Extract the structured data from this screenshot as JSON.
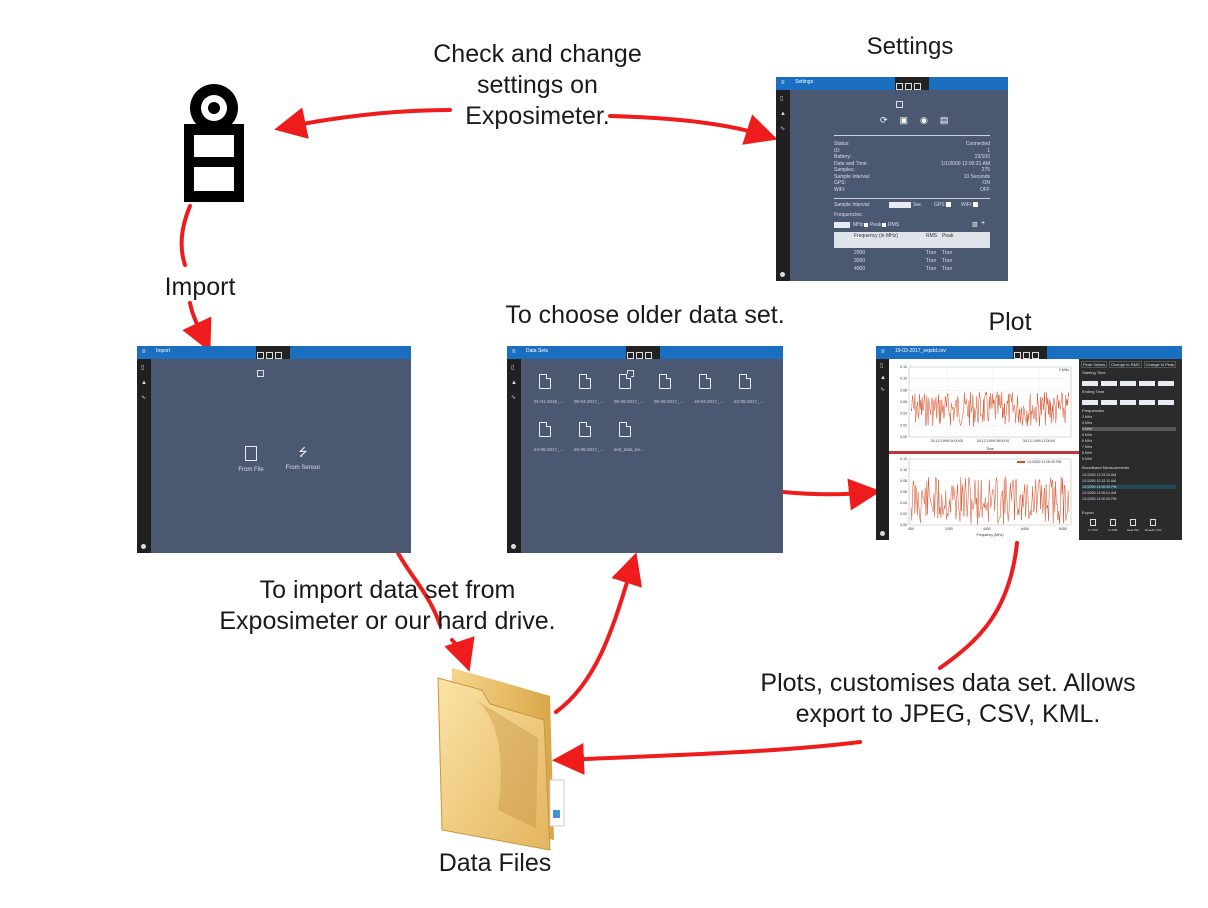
{
  "labels": {
    "settings_title": "Settings",
    "check_settings": [
      "Check and change",
      "settings on",
      "Exposimeter."
    ],
    "import": "Import",
    "choose_older": "To choose older data set.",
    "plot": "Plot",
    "import_desc": [
      "To import data set from",
      "Exposimeter or our hard drive."
    ],
    "plots_desc": [
      "Plots, customises data set. Allows",
      "export to JPEG, CSV, KML."
    ],
    "data_files": "Data Files"
  },
  "settings_window": {
    "title": "Settings",
    "status": [
      {
        "k": "Status:",
        "v": "Connected"
      },
      {
        "k": "ID:",
        "v": "1"
      },
      {
        "k": "Battery:",
        "v": "23/100"
      },
      {
        "k": "Date and Time:",
        "v": "1/1/2000 12:00:21 AM"
      },
      {
        "k": "Samples:",
        "v": "275"
      },
      {
        "k": "Sample Interval:",
        "v": "10 Seconds"
      },
      {
        "k": "GPS:",
        "v": "ON"
      },
      {
        "k": "WiFi:",
        "v": "OFF"
      }
    ],
    "sample_interval_label": "Sample Interval:",
    "sec_label": "Sec",
    "gps_label": "GPS:",
    "wifi_label": "WiFi:",
    "frequencies_label": "Frequencies:",
    "mhz_label": "MHz",
    "peak_label": "Peak",
    "rms_label": "RMS",
    "table_headers": [
      "Frequency (in MHz)",
      "RMS",
      "Peak"
    ],
    "table_rows": [
      [
        "2000",
        "True",
        "True"
      ],
      [
        "3000",
        "True",
        "True"
      ],
      [
        "4000",
        "True",
        "True"
      ]
    ]
  },
  "import_window": {
    "title": "Import",
    "from_file": "From File",
    "from_sensor": "From Sensor"
  },
  "datasets_window": {
    "title": "Data Sets",
    "files": [
      "01-01-2016_...",
      "05-04-2017_...",
      "05-06-2017_...",
      "06-06-2017_...",
      "19-03-2017_...",
      "22-05-2017_...",
      "24-05-2017_...",
      "26-05-2017_...",
      "test_data_be..."
    ]
  },
  "plot_window": {
    "title": "19-03-2017_expdd.csv",
    "upper_yticks": [
      "0.12",
      "0.10",
      "0.08",
      "0.06",
      "0.04",
      "0.02",
      "0.00"
    ],
    "upper_xticks": [
      "30-12-1999\n04:00:00",
      "30-12-1999\n08:00:00",
      "30-12-1999\n12:00:00"
    ],
    "upper_xlabel": "Time",
    "upper_legend": "2 MHz",
    "lower_yticks": [
      "0.12",
      "0.10",
      "0.08",
      "0.06",
      "0.04",
      "0.02",
      "0.00"
    ],
    "lower_xticks": [
      "450",
      "2450",
      "4450",
      "6450",
      "8450"
    ],
    "lower_xlabel": "Frequency (MHz)",
    "lower_legend": "1/1/2000 12:00:00 PM",
    "panel_tabs": [
      "Peak Values",
      "Change to RMS",
      "Change to Peak"
    ],
    "starting_time": "Starting Time",
    "ending_time": "Ending Time",
    "frequencies": "Frequencies",
    "freq_items": [
      "2 MHz",
      "3 MHz",
      "4 MHz",
      "5 MHz",
      "6 MHz",
      "7 MHz",
      "8 MHz",
      "9 MHz"
    ],
    "broadband": "Broadband Measurements",
    "bb_items": [
      "1/1/2000 12:31:04 AM",
      "1/1/2000 12:12:11 AM",
      "1/1/2000 12:00:00 PM",
      "1/1/2000 12:00:01 AM",
      "1/1/2000 12:00:00 PM"
    ],
    "export": "Export",
    "export_items": [
      "to CSV",
      "to KML",
      "Heat Plot",
      "Broadb. Plot"
    ]
  }
}
